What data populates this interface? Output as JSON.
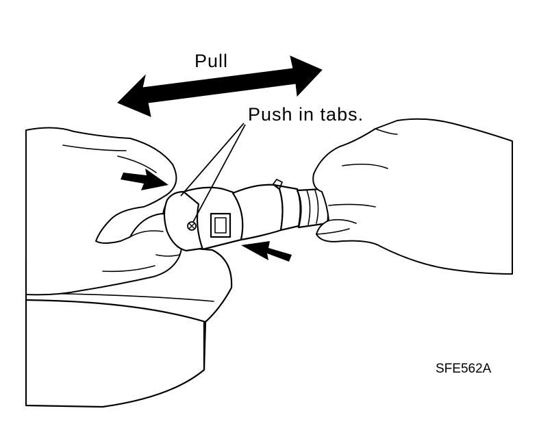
{
  "labels": {
    "pull": "Pull",
    "push_tabs": "Push in tabs.",
    "figure_code": "SFE562A"
  },
  "colors": {
    "ink": "#000000",
    "paper": "#ffffff"
  }
}
